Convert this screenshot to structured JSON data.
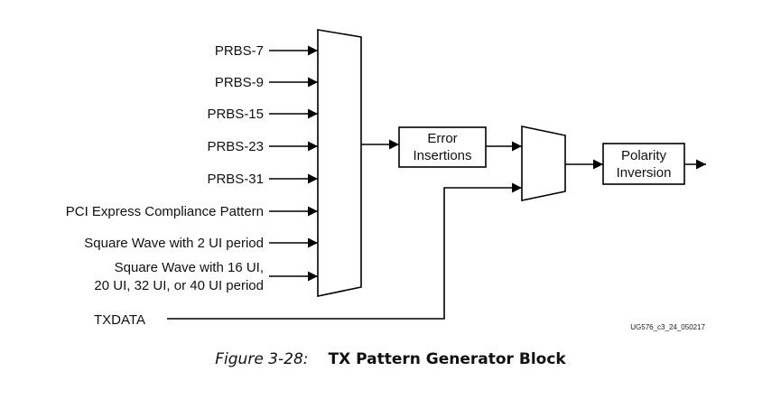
{
  "diagram": {
    "inputs": [
      {
        "lines": [
          "PRBS-7"
        ]
      },
      {
        "lines": [
          "PRBS-9"
        ]
      },
      {
        "lines": [
          "PRBS-15"
        ]
      },
      {
        "lines": [
          "PRBS-23"
        ]
      },
      {
        "lines": [
          "PRBS-31"
        ]
      },
      {
        "lines": [
          "PCI Express Compliance Pattern"
        ]
      },
      {
        "lines": [
          "Square Wave with 2 UI period"
        ]
      },
      {
        "lines": [
          "Square Wave with 16 UI,",
          "20 UI, 32 UI, or 40 UI period"
        ]
      }
    ],
    "txdata_label": "TXDATA",
    "error_block": [
      "Error",
      "Insertions"
    ],
    "polarity_block": [
      "Polarity",
      "Inversion"
    ],
    "doc_id": "UG576_c3_24_050217"
  },
  "caption": {
    "number": "Figure 3-28:",
    "title": "TX Pattern Generator Block"
  }
}
